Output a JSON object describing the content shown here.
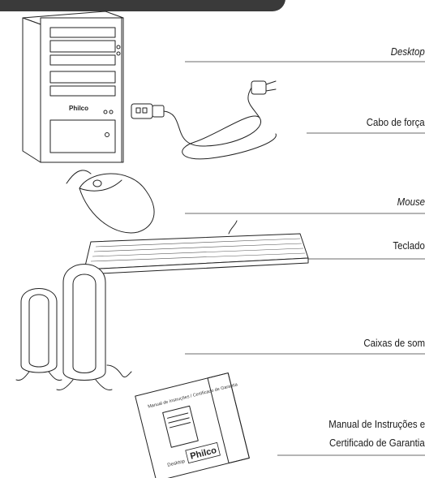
{
  "items": [
    {
      "label": "Desktop"
    },
    {
      "label": "Cabo de força"
    },
    {
      "label": "Mouse"
    },
    {
      "label": "Teclado"
    },
    {
      "label": "Caixas de som"
    },
    {
      "label_line1": "Manual de Instruções e",
      "label_line2": "Certificado de  Garantia"
    }
  ],
  "brand": "Philco",
  "manual_cover_title": "Manual de Instruções / Certificado de Garantia",
  "manual_cover_product": "Desktop"
}
